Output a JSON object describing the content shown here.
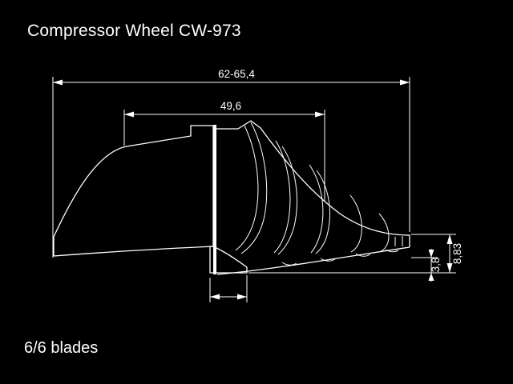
{
  "title": "Compressor Wheel CW-973",
  "footer": {
    "blades_label": "6/6 blades"
  },
  "colors": {
    "background": "#000000",
    "line": "#ffffff",
    "text": "#ffffff"
  },
  "dimensions": {
    "overall_width": "62-65,4",
    "inducer_width": "49,6",
    "exducer_total_height": "8,83",
    "blade_tip_height": "3,8"
  }
}
